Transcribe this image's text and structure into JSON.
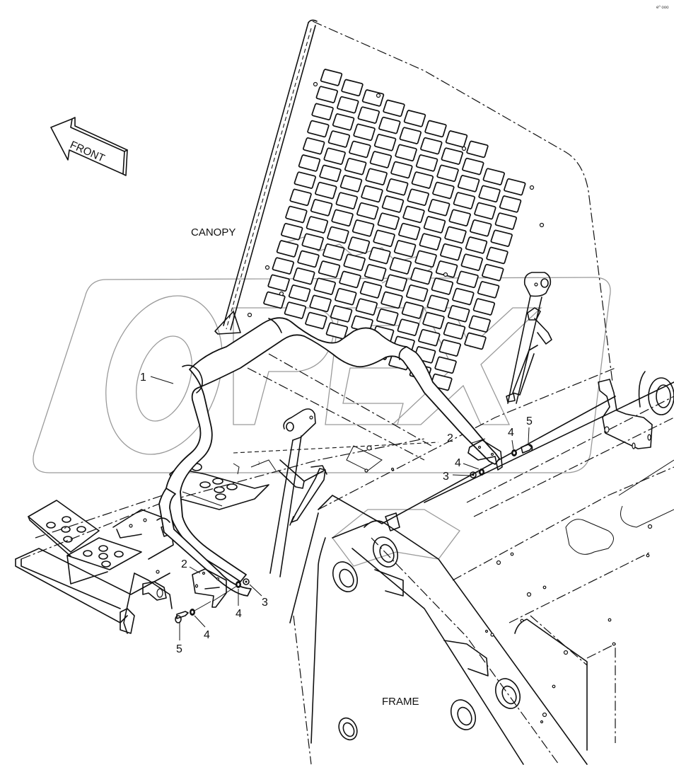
{
  "diagram": {
    "type": "exploded parts diagram",
    "corner_mark": "e⁰ ooo",
    "direction_arrow": {
      "label": "FRONT",
      "icon": "arrow-left-icon"
    },
    "assemblies": {
      "canopy": "CANOPY",
      "frame": "FRAME"
    },
    "watermark": "OPEX",
    "callouts": [
      {
        "id": "callout-1",
        "label": "1",
        "part": "grab handle / tube"
      },
      {
        "id": "callout-2-right",
        "label": "2",
        "part": "bracket"
      },
      {
        "id": "callout-3-right",
        "label": "3",
        "part": "nut"
      },
      {
        "id": "callout-4-right-upper",
        "label": "4",
        "part": "washer"
      },
      {
        "id": "callout-4-right-lower",
        "label": "4",
        "part": "washer"
      },
      {
        "id": "callout-5-right",
        "label": "5",
        "part": "bolt"
      },
      {
        "id": "callout-2-left",
        "label": "2",
        "part": "bracket"
      },
      {
        "id": "callout-3-left",
        "label": "3",
        "part": "nut"
      },
      {
        "id": "callout-4-left-a",
        "label": "4",
        "part": "washer"
      },
      {
        "id": "callout-4-left-b",
        "label": "4",
        "part": "washer"
      },
      {
        "id": "callout-5-left",
        "label": "5",
        "part": "bolt"
      }
    ]
  }
}
